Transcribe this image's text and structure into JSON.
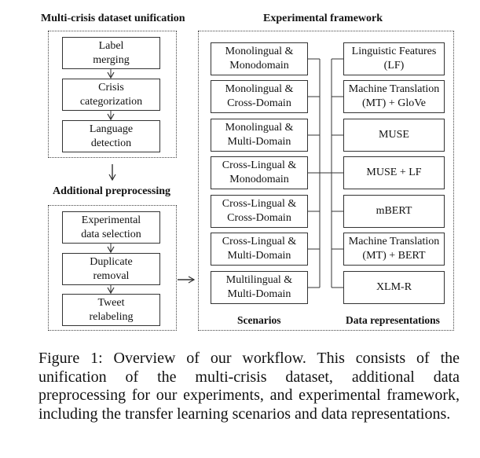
{
  "unification": {
    "title": "Multi-crisis dataset unification",
    "steps": [
      "Label\nmerging",
      "Crisis\ncategorization",
      "Language\ndetection"
    ]
  },
  "preprocessing": {
    "title": "Additional preprocessing",
    "steps": [
      "Experimental\ndata selection",
      "Duplicate\nremoval",
      "Tweet\nrelabeling"
    ]
  },
  "framework": {
    "title": "Experimental framework",
    "scenarios_label": "Scenarios",
    "representations_label": "Data representations",
    "scenarios": [
      "Monolingual &\nMonodomain",
      "Monolingual &\nCross-Domain",
      "Monolingual &\nMulti-Domain",
      "Cross-Lingual &\nMonodomain",
      "Cross-Lingual &\nCross-Domain",
      "Cross-Lingual &\nMulti-Domain",
      "Multilingual &\nMulti-Domain"
    ],
    "representations": [
      "Linguistic Features\n(LF)",
      "Machine Translation\n(MT) + GloVe",
      "MUSE",
      "MUSE + LF",
      "mBERT",
      "Machine Translation\n(MT) + BERT",
      "XLM-R"
    ]
  },
  "caption": "Figure 1: Overview of our workflow. This consists of the unification of the multi-crisis dataset, additional data preprocessing for our experiments, and experimental framework, including the transfer learning scenarios and data representations."
}
